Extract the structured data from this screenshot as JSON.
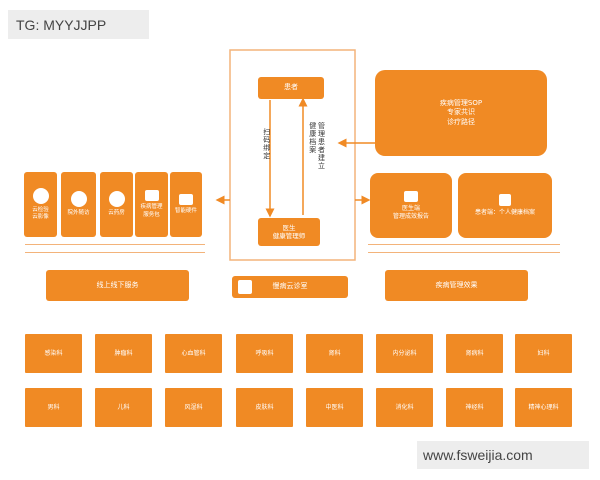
{
  "watermark_top": "TG: MYYJJPP",
  "watermark_bottom": "www.fsweijia.com",
  "center": {
    "patient": "患者",
    "doctor_l1": "医生",
    "doctor_l2": "健康管理师",
    "scan_bind": "扫码绑定",
    "manage_record": "管理患者建立健康档案",
    "cloud_clinic": "慢病云诊室"
  },
  "left_services": [
    {
      "label_l1": "云检验",
      "label_l2": "云影像",
      "icon": "microscope-icon"
    },
    {
      "label_l1": "院外随访",
      "label_l2": "",
      "icon": "doctor-icon"
    },
    {
      "label_l1": "云药房",
      "label_l2": "",
      "icon": "pill-icon"
    },
    {
      "label_l1": "疾病管理",
      "label_l2": "服务包",
      "icon": "bag-icon"
    },
    {
      "label_l1": "智能硬件",
      "label_l2": "",
      "icon": "device-icon"
    }
  ],
  "left_bottom": "线上线下服务",
  "right_top": {
    "l1": "疾病管理SOP",
    "l2": "专家共识",
    "l3": "诊疗路径"
  },
  "right_mid": [
    {
      "l1": "医生端",
      "l2": "管理成效报告",
      "icon": "monitor-icon"
    },
    {
      "l1": "患者端：个人健康档案",
      "l2": "",
      "icon": "chart-icon"
    }
  ],
  "right_bottom": "疾病管理效果",
  "departments_row1": [
    "感染科",
    "肿瘤科",
    "心血管科",
    "呼吸科",
    "肾科",
    "内分泌科",
    "肾病科",
    "妇科"
  ],
  "departments_row2": [
    "男科",
    "儿科",
    "风湿科",
    "皮肤科",
    "中医科",
    "消化科",
    "神经科",
    "精神心理科"
  ],
  "colors": {
    "primary": "#f08a24",
    "line": "#f3b37a"
  }
}
